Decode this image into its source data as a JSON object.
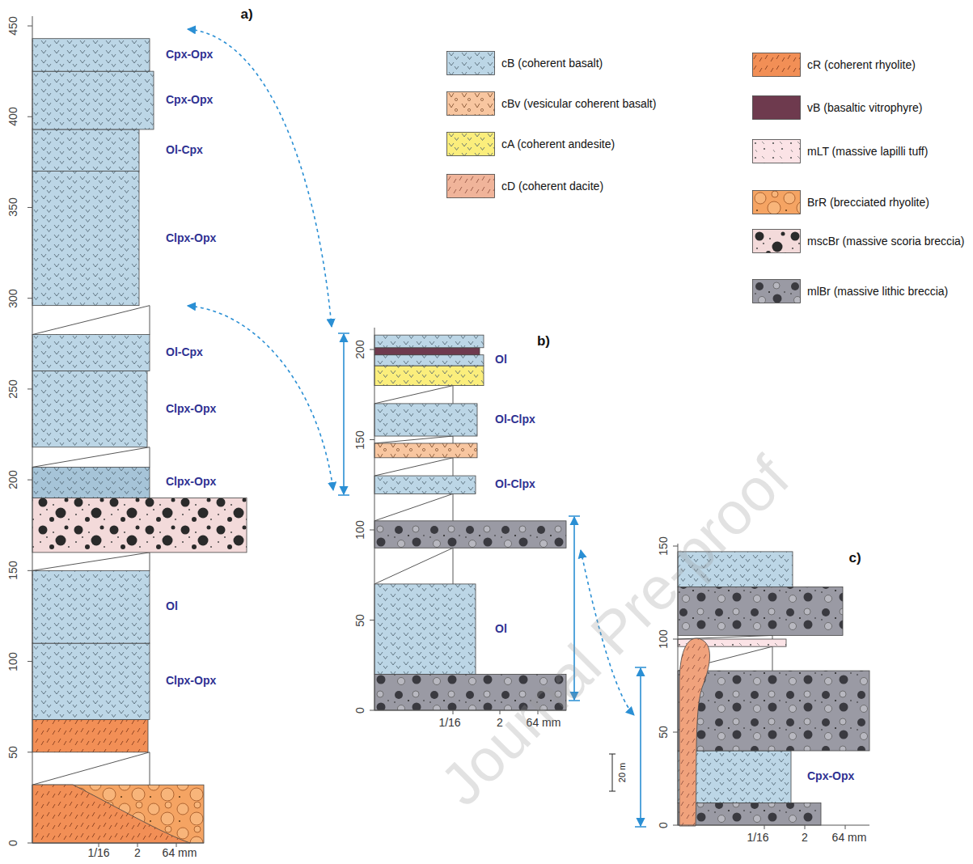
{
  "diagram": {
    "labels": [
      "a)",
      "b)",
      "c)",
      "0",
      "50",
      "100",
      "150",
      "200",
      "250",
      "300",
      "350",
      "400",
      "450",
      "0",
      "50",
      "100",
      "150",
      "200",
      "0",
      "50",
      "100",
      "150",
      "1/16",
      "2",
      "64 mm",
      "1/16",
      "2",
      "64 mm",
      "1/16",
      "2",
      "64 mm",
      "Cpx-Opx",
      "Cpx-Opx",
      "Ol-Cpx",
      "Clpx-Opx",
      "Ol-Cpx",
      "Clpx-Opx",
      "Clpx-Opx",
      "Ol",
      "Clpx-Opx",
      "Ol",
      "Ol-Clpx",
      "Ol-Clpx",
      "Ol",
      "Cpx-Opx",
      "20 m",
      "Journal Pre-proof"
    ],
    "legend": [
      {
        "text": "cB (coherent basalt)",
        "color": "#bcd6e6"
      },
      {
        "text": "cBv (vesicular coherent basalt)",
        "color": "#f8c6a0"
      },
      {
        "text": "cA (coherent andesite)",
        "color": "#fbee7c"
      },
      {
        "text": "cD (coherent dacite)",
        "color": "#f0b49a"
      },
      {
        "text": "cR (coherent rhyolite)",
        "color": "#f28f56"
      },
      {
        "text": "vB (basaltic vitrophyre)",
        "color": "#6e3a4e"
      },
      {
        "text": "mLT (massive lapilli tuff)",
        "color": "#fbe3e6"
      },
      {
        "text": "BrR (brecciated rhyolite)",
        "color": "#f5a463"
      },
      {
        "text": "mscBr (massive scoria breccia)",
        "color": "#f3dada"
      },
      {
        "text": "mlBr (massive lithic breccia)",
        "color": "#9a9aa4"
      }
    ]
  }
}
